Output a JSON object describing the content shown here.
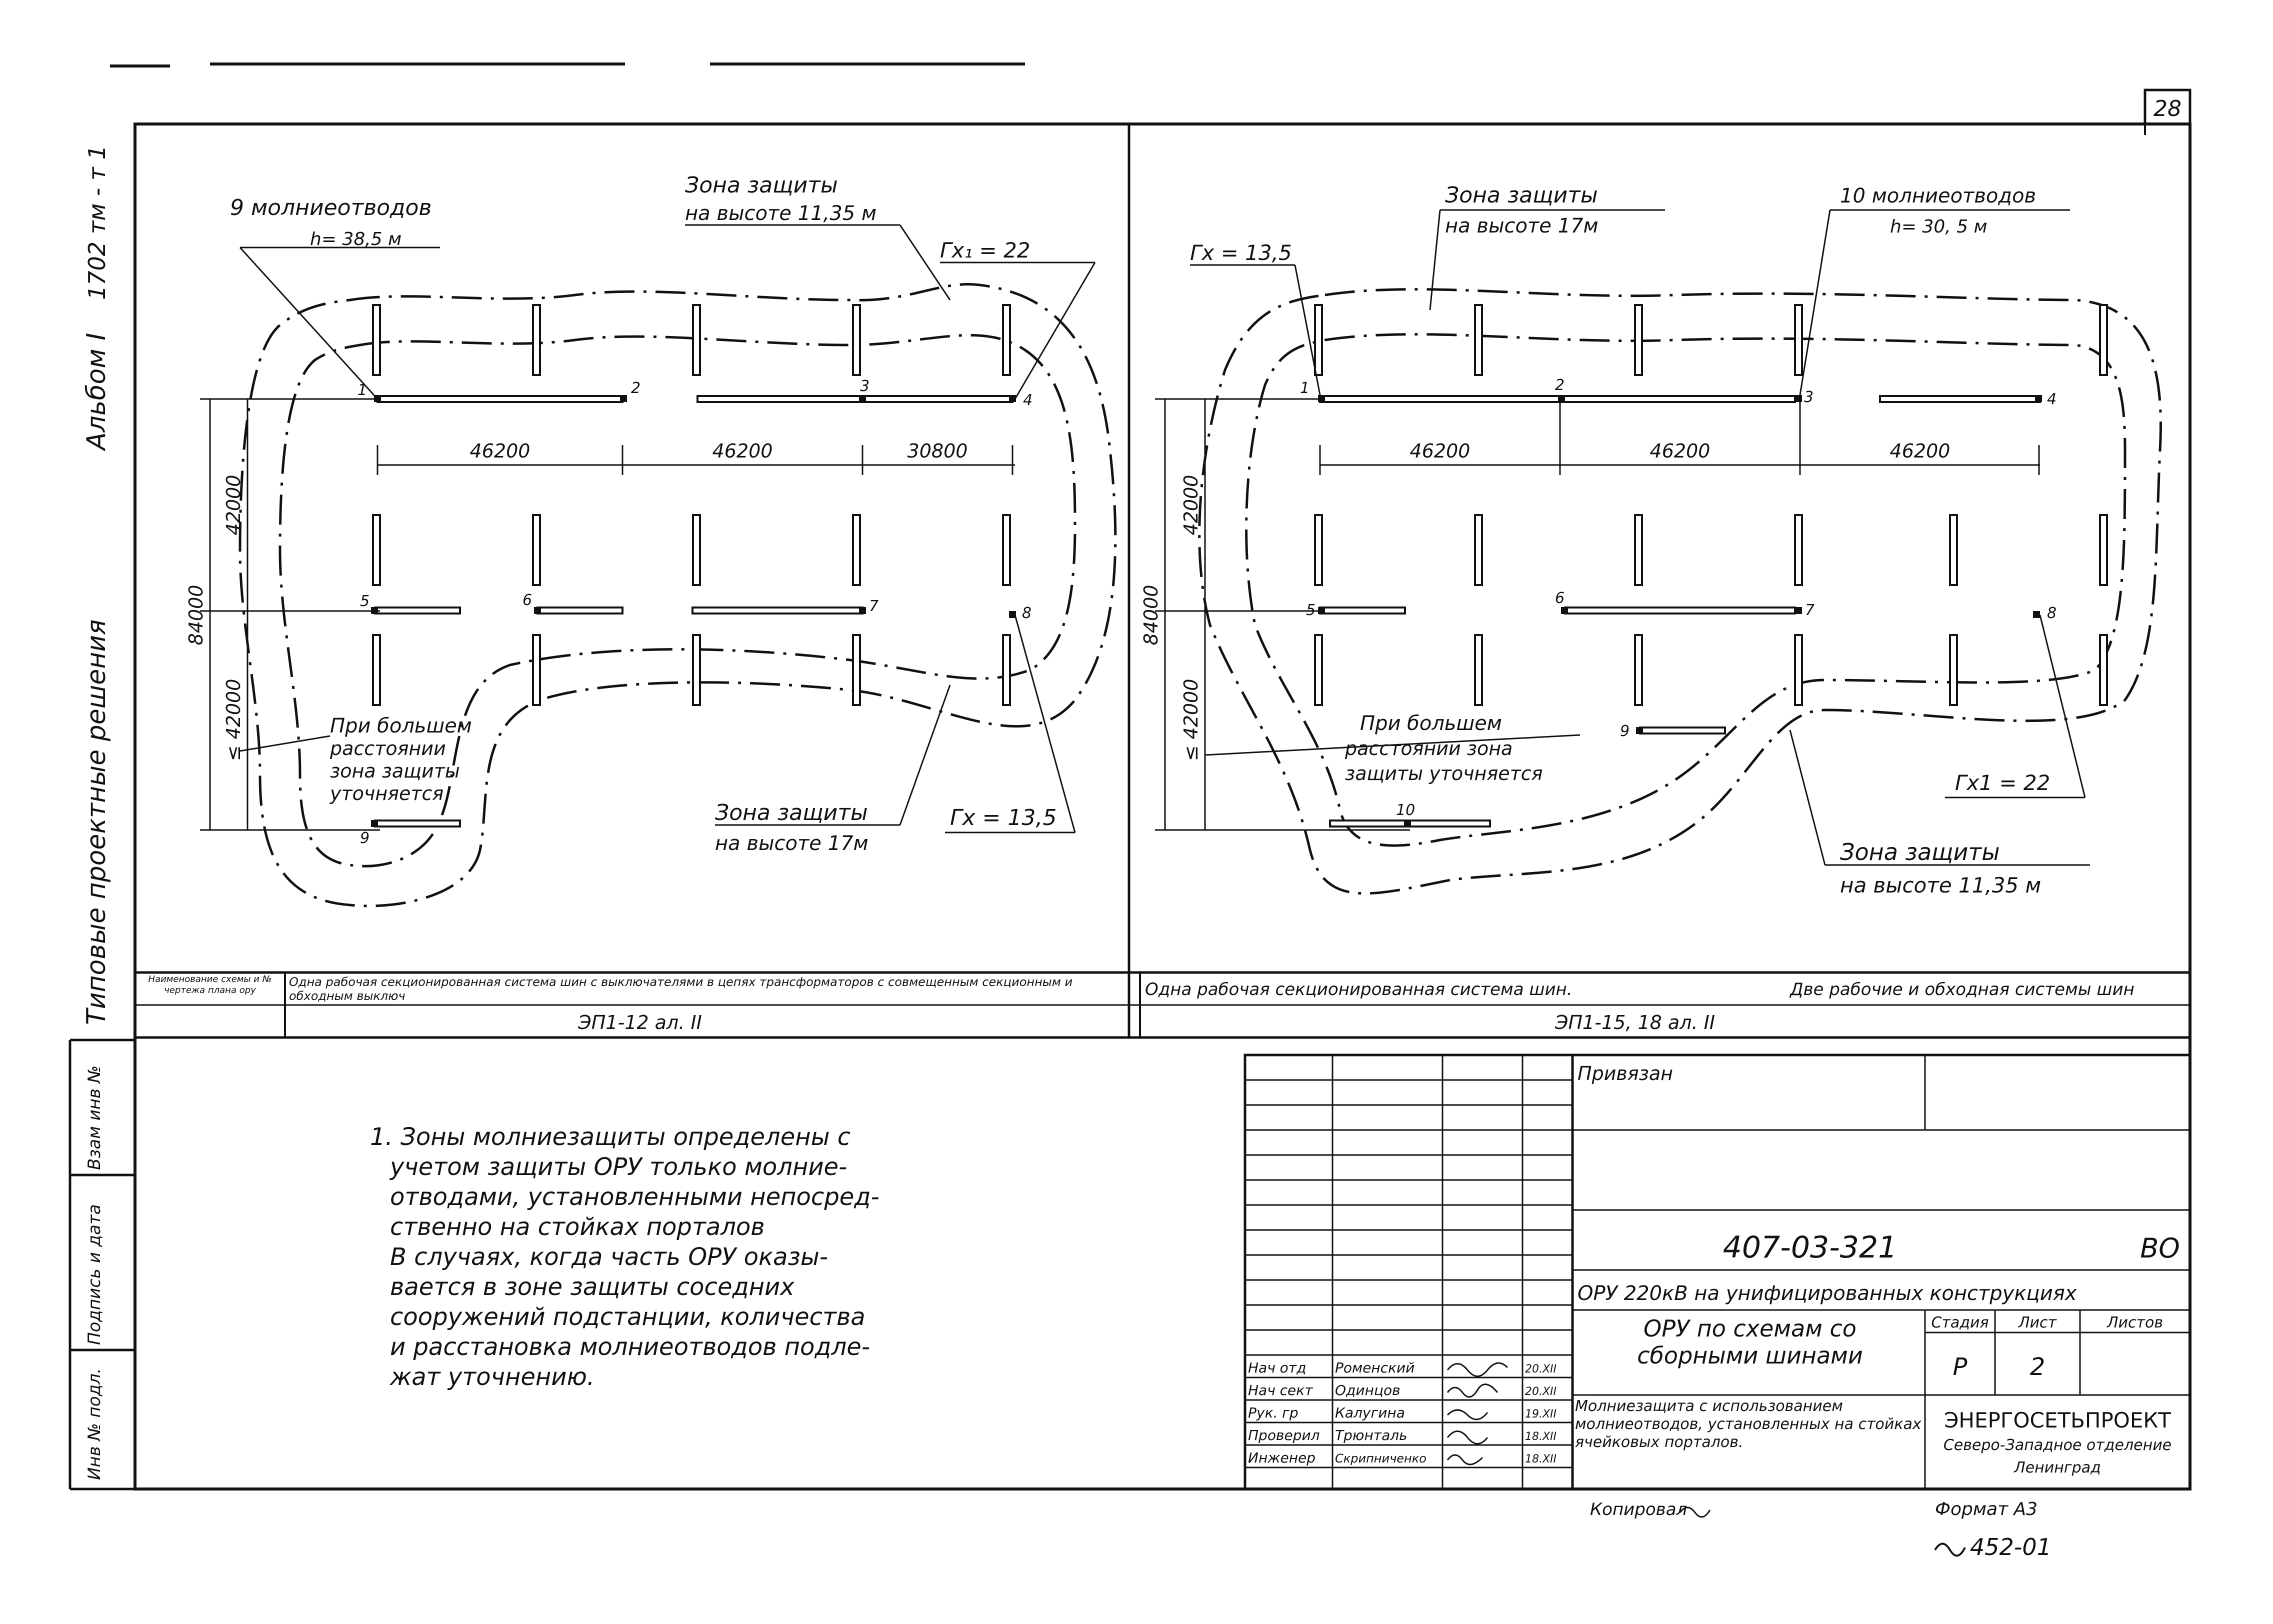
{
  "sheet": {
    "sheet_number": "28",
    "left_margin_top": "1702 тм - т 1",
    "left_margin_album": "Альбом I",
    "left_margin_bottom": "Типовые проектные решения",
    "stamp_labels": [
      "Инв № подл.",
      "Подпись и дата",
      "Взам инв №"
    ]
  },
  "left_plan": {
    "label_rods": "9 молниеотводов",
    "label_rods_h": "h= 38,5 м",
    "label_zone_top_1": "Зона защиты",
    "label_zone_top_2": "на высоте 11,35 м",
    "label_rx1": "Гх₁ = 22",
    "label_rx": "Гх = 13,5",
    "label_zone_bottom_1": "Зона защиты",
    "label_zone_bottom_2": "на высоте 17м",
    "note_1": "При большем",
    "note_2": "расстоянии",
    "note_3": "зона защиты",
    "note_4": "уточняется",
    "dim_1": "46200",
    "dim_2": "46200",
    "dim_3": "30800",
    "dim_v_total": "84000",
    "dim_v_top": "42000",
    "dim_v_bottom": "≤ 42000",
    "points": [
      "1",
      "2",
      "3",
      "4",
      "5",
      "6",
      "7",
      "8",
      "9"
    ]
  },
  "right_plan": {
    "label_rx": "Гх = 13,5",
    "label_zone_top_1": "Зона защиты",
    "label_zone_top_2": "на высоте 17м",
    "label_rods": "10 молниеотводов",
    "label_rods_h": "h= 30, 5 м",
    "dim_1": "46200",
    "dim_2": "46200",
    "dim_3": "46200",
    "dim_v_total": "84000",
    "dim_v_top": "42000",
    "dim_v_bottom": "≤ 42000",
    "note_1": "При большем",
    "note_2": "расстоянии зона",
    "note_3": "защиты уточняется",
    "label_rx1": "Гх1 = 22",
    "label_zone_bottom_1": "Зона защиты",
    "label_zone_bottom_2": "на высоте 11,35 м",
    "points": [
      "1",
      "2",
      "3",
      "4",
      "5",
      "6",
      "7",
      "8",
      "9",
      "10"
    ]
  },
  "scheme_row": {
    "name_label": "Наименование схемы и № чертежа плана ору",
    "left_desc": "Одна рабочая секционированная система шин с выключателями в цепях трансформаторов с совмещенным секционным и обходным выключ",
    "left_ref": "ЭП1-12 ал. II",
    "right_desc_1": "Одна рабочая секционированная система шин.",
    "right_desc_2": "Две рабочие и обходная системы шин",
    "right_ref": "ЭП1-15, 18 ал. II"
  },
  "note": {
    "lines": [
      "1. Зоны молниезащиты определены с",
      "учетом защиты ОРУ только молние-",
      "отводами, установленными непосред-",
      "ственно на стойках порталов",
      "В случаях, когда часть ОРУ оказы-",
      "вается в зоне защиты соседних",
      "сооружений подстанции, количества",
      "и расстановка молниеотводов подле-",
      "жат уточнению."
    ]
  },
  "title_block": {
    "privyazan": "Привязан",
    "doc_code": "407-03-321",
    "doc_suffix": "ВО",
    "project_title": "ОРУ 220кВ на унифицированных конструкциях",
    "drawing_title": "ОРУ по схемам со сборными шинами",
    "sheet_title": "Молниезащита с использованием молниеотводов, установленных на стойках ячейковых порталов.",
    "stage_label": "Стадия",
    "sheet_label": "Лист",
    "sheets_label": "Листов",
    "stage_value": "Р",
    "sheet_value": "2",
    "org_1": "ЭНЕРГОСЕТЬПРОЕКТ",
    "org_2": "Северо-Западное отделение",
    "org_3": "Ленинград",
    "copied": "Копировал",
    "format": "Формат А3",
    "inventory": "452-01",
    "people": [
      {
        "role": "Нач отд",
        "name": "Роменский",
        "date": "20.XII"
      },
      {
        "role": "Нач сект",
        "name": "Одинцов",
        "date": "20.XII"
      },
      {
        "role": "Рук. гр",
        "name": "Калугина",
        "date": "19.XII"
      },
      {
        "role": "Проверил",
        "name": "Трюнталь",
        "date": "18.XII"
      },
      {
        "role": "Инженер",
        "name": "Скрипниченко",
        "date": "18.XII"
      }
    ]
  }
}
